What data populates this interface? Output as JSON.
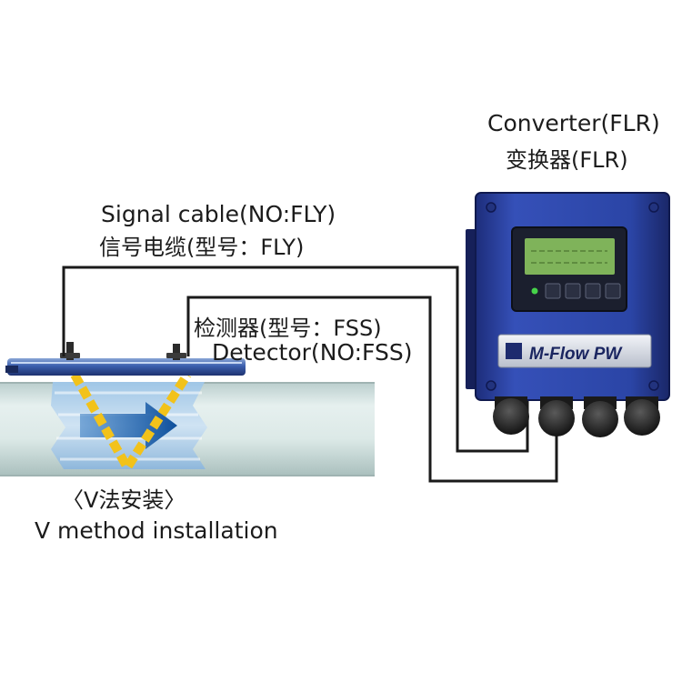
{
  "labels": {
    "converter_en": "Converter(FLR)",
    "converter_zh": "变换器(FLR)",
    "cable_en": "Signal cable(NO:FLY)",
    "cable_zh": "信号电缆(型号：FLY)",
    "detector_zh": "检测器(型号：FSS)",
    "detector_en": "Detector(NO:FSS)",
    "method_zh": "〈V法安装〉",
    "method_en": "V method installation"
  },
  "device": {
    "brand_text": "M-Flow PW"
  },
  "colors": {
    "enclosure_blue": "#2a3f9e",
    "display_green": "#7fb35a",
    "pipe": "#d6e6e4",
    "beam_yellow": "#f2c21a",
    "cable": "#1a1a1a"
  }
}
